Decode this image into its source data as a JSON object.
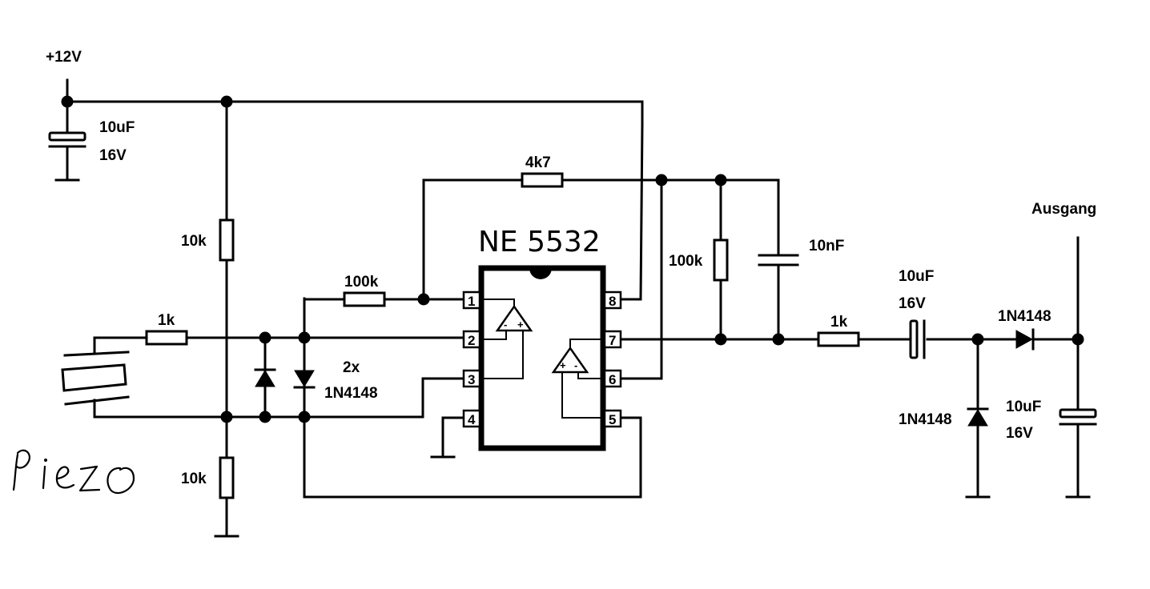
{
  "supply": {
    "label": "+12V"
  },
  "ic": {
    "name": "NE 5532",
    "pins": [
      "1",
      "2",
      "3",
      "4",
      "5",
      "6",
      "7",
      "8"
    ]
  },
  "opamp_symbols": {
    "minus": "-",
    "plus": "+"
  },
  "components": {
    "supply_cap": {
      "value": "10uF",
      "voltage": "16V"
    },
    "bias_top_resistor": "10k",
    "bias_bottom_resistor": "10k",
    "input_resistor": "1k",
    "feedback_resistor_1": "100k",
    "feedback_resistor_2": "4k7",
    "protection_diodes": {
      "count": "2x",
      "type": "1N4148"
    },
    "shunt_resistor": "100k",
    "shunt_cap": "10nF",
    "output_resistor": "1k",
    "coupling_cap": {
      "value": "10uF",
      "voltage": "16V"
    },
    "series_diode": "1N4148",
    "shunt_diode": "1N4148",
    "output_cap": {
      "value": "10uF",
      "voltage": "16V"
    }
  },
  "output": {
    "label": "Ausgang"
  },
  "sensor": {
    "label": "Piezo"
  }
}
